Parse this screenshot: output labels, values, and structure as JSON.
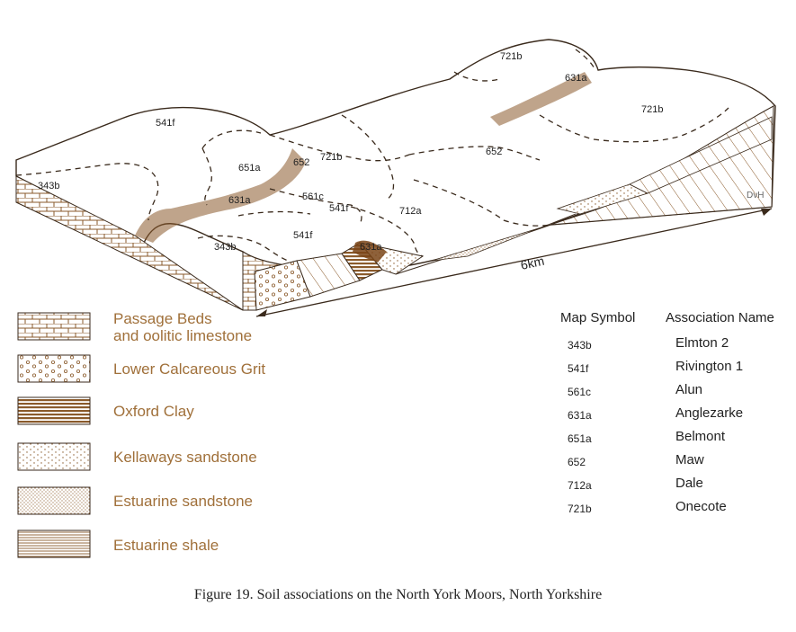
{
  "block": {
    "labels": [
      "343b",
      "541f",
      "651a",
      "652",
      "721b",
      "631a",
      "561c",
      "541f",
      "712a",
      "652",
      "721b",
      "343b",
      "541f",
      "631a",
      "721b",
      "631a"
    ],
    "scale_label": "6km",
    "credit": "DvH"
  },
  "legend": [
    {
      "id": "passage-beds",
      "line1": "Passage Beds",
      "line2": "and oolitic limestone"
    },
    {
      "id": "lower-calcareous-grit",
      "line1": "Lower Calcareous Grit",
      "line2": ""
    },
    {
      "id": "oxford-clay",
      "line1": "Oxford Clay",
      "line2": ""
    },
    {
      "id": "kellaways-sandstone",
      "line1": "Kellaways sandstone",
      "line2": ""
    },
    {
      "id": "estuarine-sandstone",
      "line1": "Estuarine sandstone",
      "line2": ""
    },
    {
      "id": "estuarine-shale",
      "line1": "Estuarine shale",
      "line2": ""
    }
  ],
  "table": {
    "header_symbol": "Map Symbol",
    "header_name": "Association Name",
    "rows": [
      {
        "symbol": "343b",
        "name": "Elmton 2"
      },
      {
        "symbol": "541f",
        "name": "Rivington 1"
      },
      {
        "symbol": "561c",
        "name": "Alun"
      },
      {
        "symbol": "631a",
        "name": "Anglezarke"
      },
      {
        "symbol": "651a",
        "name": "Belmont"
      },
      {
        "symbol": "652",
        "name": "Maw"
      },
      {
        "symbol": "712a",
        "name": "Dale"
      },
      {
        "symbol": "721b",
        "name": "Onecote"
      }
    ]
  },
  "caption": "Figure 19. Soil associations on the North York Moors, North Yorkshire",
  "colors": {
    "ink": "#3a2a1c",
    "brown": "#a0703a",
    "dark_brown": "#7a4518"
  }
}
